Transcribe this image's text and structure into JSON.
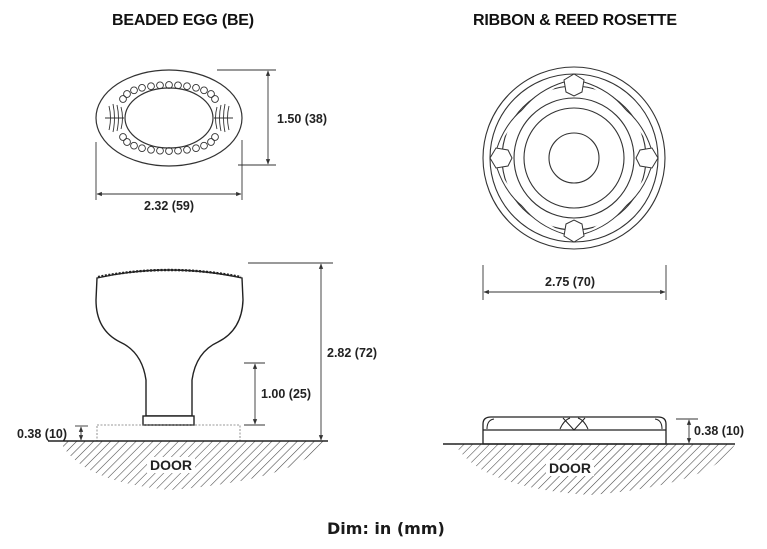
{
  "left_drawing": {
    "title": "BEADED EGG (BE)",
    "top_view": {
      "width_dim": "2.32 (59)",
      "height_dim": "1.50 (38)"
    },
    "side_view": {
      "overall_height_dim": "2.82 (72)",
      "neck_height_dim": "1.00 (25)",
      "base_height_dim": "0.38 (10)",
      "surface_label": "DOOR"
    }
  },
  "right_drawing": {
    "title": "RIBBON & REED ROSETTE",
    "top_view": {
      "diameter_dim": "2.75 (70)"
    },
    "side_view": {
      "height_dim": "0.38 (10)",
      "surface_label": "DOOR"
    }
  },
  "footer": {
    "units_note": "Dim: in (mm)"
  },
  "colors": {
    "line": "#333333",
    "text": "#222222",
    "background": "#ffffff"
  }
}
